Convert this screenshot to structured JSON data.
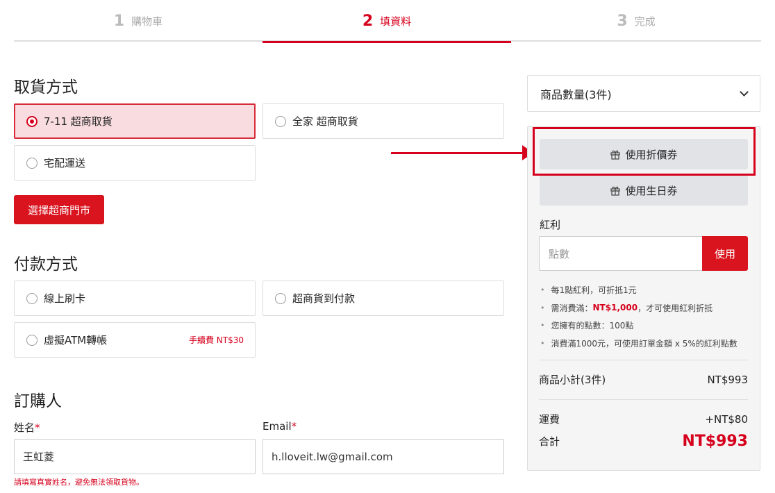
{
  "steps": [
    {
      "num": "1",
      "label": "購物車"
    },
    {
      "num": "2",
      "label": "填資料"
    },
    {
      "num": "3",
      "label": "完成"
    }
  ],
  "pickup": {
    "title": "取貨方式",
    "options": [
      "7-11 超商取貨",
      "全家 超商取貨",
      "宅配運送"
    ],
    "selected": "7-11 超商取貨",
    "store_button": "選擇超商門市"
  },
  "payment": {
    "title": "付款方式",
    "options": [
      "線上刷卡",
      "超商貨到付款",
      "虛擬ATM轉帳"
    ],
    "atm_fee": "手續費 NT$30"
  },
  "orderer": {
    "title": "訂購人",
    "name_label": "姓名",
    "email_label": "Email",
    "required_mark": "*",
    "name_value": "王虹菱",
    "email_value": "h.lloveit.lw@gmail.com",
    "name_hint": "請填寫真實姓名，避免無法領取貨物。"
  },
  "summary": {
    "quantity_label": "商品數量(3件)",
    "coupon_button": "使用折價券",
    "birthday_button": "使用生日券",
    "bonus_label": "紅利",
    "points_placeholder": "點數",
    "use_button": "使用",
    "notes": {
      "n1": "每1點紅利，可折抵1元",
      "n2_pre": "需消費滿：",
      "n2_amount": "NT$1,000",
      "n2_post": "，才可使用紅利折抵",
      "n3": "您擁有的點數：100點",
      "n4": "消費滿1000元，可使用訂單金額 x 5%的紅利點數"
    },
    "subtotal_label": "商品小計(3件)",
    "subtotal_value": "NT$993",
    "shipping_label": "運費",
    "shipping_value": "+NT$80",
    "total_label": "合計",
    "total_value": "NT$993"
  },
  "colors": {
    "accent": "#d6001c",
    "selected_bg": "#f9dcdf",
    "panel_bg": "#f5f5f5"
  }
}
